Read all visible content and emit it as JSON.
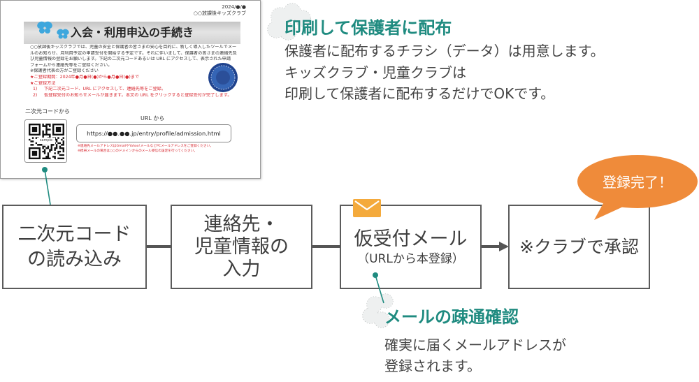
{
  "flyer": {
    "date": "2024/●/●",
    "organization": "○○放課後キッズクラブ",
    "title": "入会・利用申込の手続き",
    "body_lines": [
      "○○放課後キッズクラブでは、児童の安全と保護者の皆さまの安心を目的に、新しく導入したツールでメー",
      "ルのお知らせ、月利用予定の申請受付を開始する予定です。それに伴いまして、保護者の皆さまの連絡先及",
      "び児童情報の登録をお願いします。下記の二次元コードあるいは URL にアクセスして、表示された申請",
      "フォームから連絡先等をご登録ください。"
    ],
    "note": "※保護者代表の方がご登録ください",
    "period": "★ご登録期間：2024年●月●日(●)から●月●日(●)まで",
    "method_label": "★ご登録方法",
    "steps": [
      {
        "num": "1)",
        "text": "下記二次元コード、URL にアクセスして、連絡先等をご登録。"
      },
      {
        "num": "2)",
        "text": "仮登録受付のお知らせメールが届きます。本文の URL をクリックすると登録受付が完了します。"
      }
    ],
    "qr_label": "二次元コードから",
    "qr_sample_text": "sample",
    "url_label": "URL から",
    "url": "https://●●.●●.jp/entry/profile/admission.html",
    "warnings": [
      "※連絡先メールアドレスはGmailやYahoo!メールなどPCメールアドレスをご登録ください。",
      "※携帯メールの場合は○○のドメインからのメール受信の設定を行ってください。"
    ]
  },
  "print_note": {
    "heading": "印刷して保護者に配布",
    "lines": [
      "保護者に配布するチラシ（データ）は用意します。",
      "キッズクラブ・児童クラブは",
      "印刷して保護者に配布するだけでOKです。"
    ]
  },
  "flow": {
    "steps": [
      {
        "lines": [
          "二次元コード",
          "の読み込み"
        ]
      },
      {
        "lines": [
          "連絡先・",
          "児童情報の",
          "入力"
        ]
      },
      {
        "lines": [
          "仮受付メール"
        ],
        "sub": "（URLから本登録）"
      },
      {
        "lines": [
          "※クラブで承認"
        ]
      }
    ]
  },
  "bubble": {
    "text": "登録完了！"
  },
  "mail_check": {
    "heading": "メールの疎通確認",
    "lines": [
      "確実に届くメールアドレスが",
      "登録されます。"
    ]
  },
  "icons": [
    "butterfly-icon",
    "seal-stamp",
    "qr-code",
    "envelope-icon",
    "cloud-decoration"
  ],
  "colors": {
    "teal": "#1f8b80",
    "orange": "#ef8b3a",
    "envelope": "#f4aa3c",
    "box_border": "#5b5b5b",
    "text": "#3e3e3e",
    "red": "#d7262e",
    "butterfly": "#3ea7dd",
    "seal": "#1f428d",
    "connector": "#555555"
  }
}
